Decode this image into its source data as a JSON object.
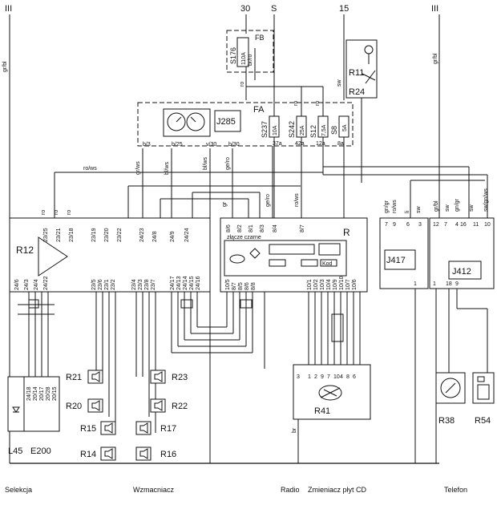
{
  "rails": {
    "left": "III",
    "top_30": "30",
    "top_s": "S",
    "top_15": "15",
    "right": "III"
  },
  "wire_colors": {
    "left_rail": "gr/bl",
    "right_rail": "gr/bl",
    "ro_ws": "ro/ws",
    "fb_out": "br/ro",
    "fb_to_fa": "ro",
    "r11_wire": "sw"
  },
  "fuse_box_fb": {
    "label": "FB",
    "fuse": "S176",
    "rating": "110A"
  },
  "fuse_box_fa": {
    "label": "FA",
    "fuses": [
      {
        "name": "S237",
        "rating": "10A",
        "pin": "37a"
      },
      {
        "name": "S242",
        "rating": "25A",
        "pin": "42a"
      },
      {
        "name": "S12",
        "rating": "7,5A",
        "pin": "12a"
      },
      {
        "name": "S8",
        "rating": "5A",
        "pin": "8a"
      }
    ],
    "top_wires": [
      "ro",
      "ro"
    ],
    "bottom_wires": [
      "b/3",
      "b/25",
      "v/30",
      "b/30"
    ]
  },
  "instrument": {
    "label": "J285"
  },
  "antenna": {
    "r11": "R11",
    "r24": "R24"
  },
  "amplifier": {
    "label": "R12",
    "top_pins": [
      "23/25",
      "23/21",
      "23/18",
      "23/19",
      "23/20",
      "23/22",
      "24/23",
      "24/8",
      "24/9",
      "24/24"
    ],
    "bottom_pins": [
      "24/6",
      "24/3",
      "24/4",
      "24/22",
      "23/5",
      "23/6",
      "23/1",
      "23/2",
      "23/4",
      "23/3",
      "23/8",
      "23/7",
      "24/17",
      "24/13",
      "24/14",
      "24/15",
      "24/16"
    ],
    "top_wire_colors": [
      "ro",
      "ro",
      "ro"
    ],
    "bus_wire_colors": [
      "gr/ws",
      "bl/ws",
      "bl/ws",
      "ge/ro"
    ]
  },
  "radio": {
    "label": "R",
    "legend": "złącze czarne",
    "display_hint": "Kod",
    "top_pins": [
      "8/6",
      "8/2",
      "8/1",
      "8/3",
      "8/4",
      "8/7"
    ],
    "bottom_pins": [
      "10/5",
      "8/7",
      "8/5",
      "8/6",
      "8/8",
      "10/1",
      "10/2",
      "10/3",
      "10/4",
      "10/9",
      "10/10",
      "10/7",
      "10/6"
    ],
    "top_wire_colors": [
      "gr",
      "ge/ro",
      "ro/ws"
    ]
  },
  "changer": {
    "label": "R41",
    "pins": [
      "3",
      "1",
      "2",
      "9",
      "7",
      "10",
      "4",
      "8",
      "6"
    ],
    "wire": "br"
  },
  "j417": {
    "label": "J417",
    "pins": [
      "7",
      "9",
      "6",
      "3"
    ],
    "bottom_pin": "1",
    "wires": [
      "gn/gr",
      "ro/ws",
      "li",
      "sw"
    ]
  },
  "j412": {
    "label": "J412",
    "pins": [
      "12",
      "7",
      "4",
      "16",
      "11",
      "10"
    ],
    "bottom_pins": [
      "1",
      "18",
      "9"
    ],
    "wires": [
      "gr/bl",
      "sw",
      "gn/gr",
      "sw",
      "sw/gn/ws"
    ]
  },
  "selection": {
    "l45": "L45",
    "e200": "E200",
    "pins": [
      "24/18",
      "20/14",
      "20/17",
      "20/28",
      "20/15"
    ]
  },
  "speakers": {
    "left": [
      "R21",
      "R20",
      "R15",
      "R14"
    ],
    "right": [
      "R23",
      "R22",
      "R17",
      "R16"
    ]
  },
  "phone": {
    "r38": "R38",
    "r54": "R54"
  },
  "bottom_labels": {
    "selection": "Selekcja",
    "amplifier": "Wzmacniacz",
    "radio": "Radio",
    "changer": "Zmieniacz płyt CD",
    "phone": "Telefon"
  }
}
